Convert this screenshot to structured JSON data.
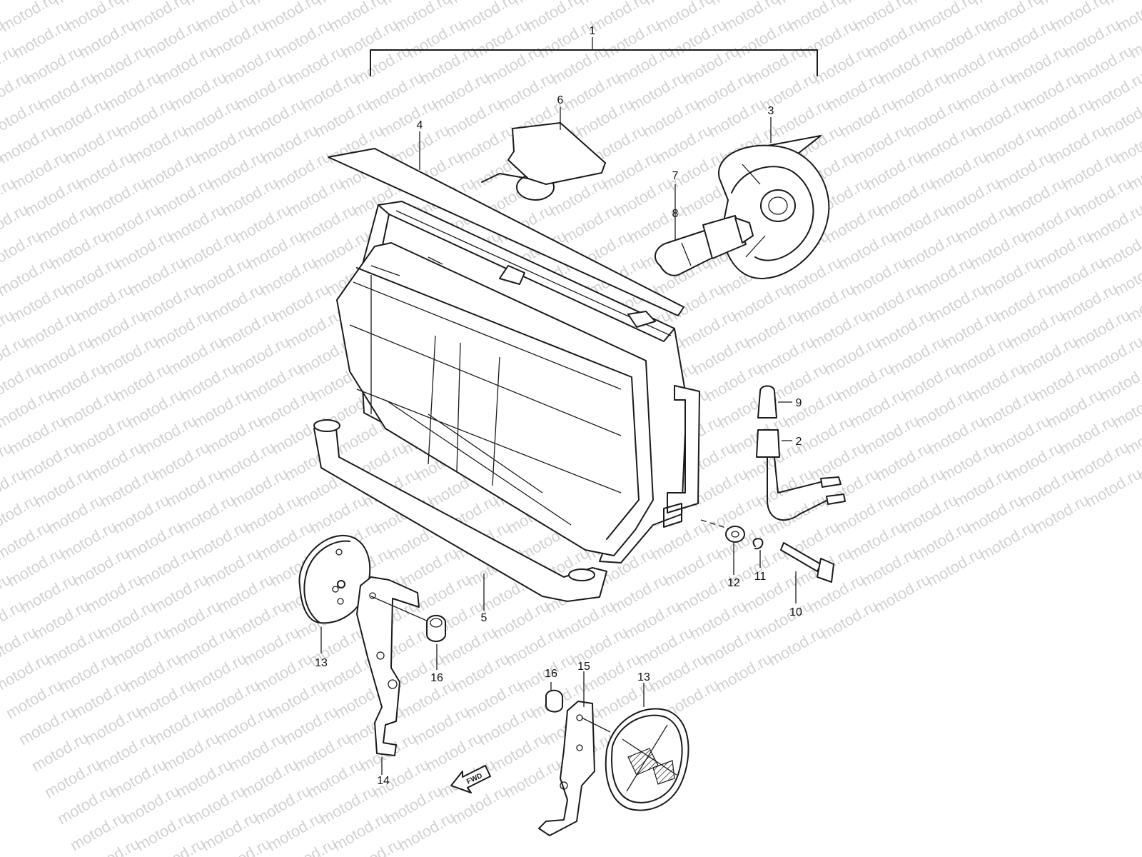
{
  "watermark": "motod.ru",
  "fwd_arrow": "FWD",
  "callouts": [
    {
      "id": "callout-1",
      "text": "1"
    },
    {
      "id": "callout-2",
      "text": "2"
    },
    {
      "id": "callout-3",
      "text": "3"
    },
    {
      "id": "callout-4",
      "text": "4"
    },
    {
      "id": "callout-5",
      "text": "5"
    },
    {
      "id": "callout-6",
      "text": "6"
    },
    {
      "id": "callout-7",
      "text": "7"
    },
    {
      "id": "callout-8",
      "text": "8"
    },
    {
      "id": "callout-9",
      "text": "9"
    },
    {
      "id": "callout-10",
      "text": "10"
    },
    {
      "id": "callout-11",
      "text": "11"
    },
    {
      "id": "callout-12",
      "text": "12"
    },
    {
      "id": "callout-13-left",
      "text": "13"
    },
    {
      "id": "callout-13-right",
      "text": "13"
    },
    {
      "id": "callout-14",
      "text": "14"
    },
    {
      "id": "callout-15",
      "text": "15"
    },
    {
      "id": "callout-16-left",
      "text": "16"
    },
    {
      "id": "callout-16-right",
      "text": "16"
    }
  ]
}
